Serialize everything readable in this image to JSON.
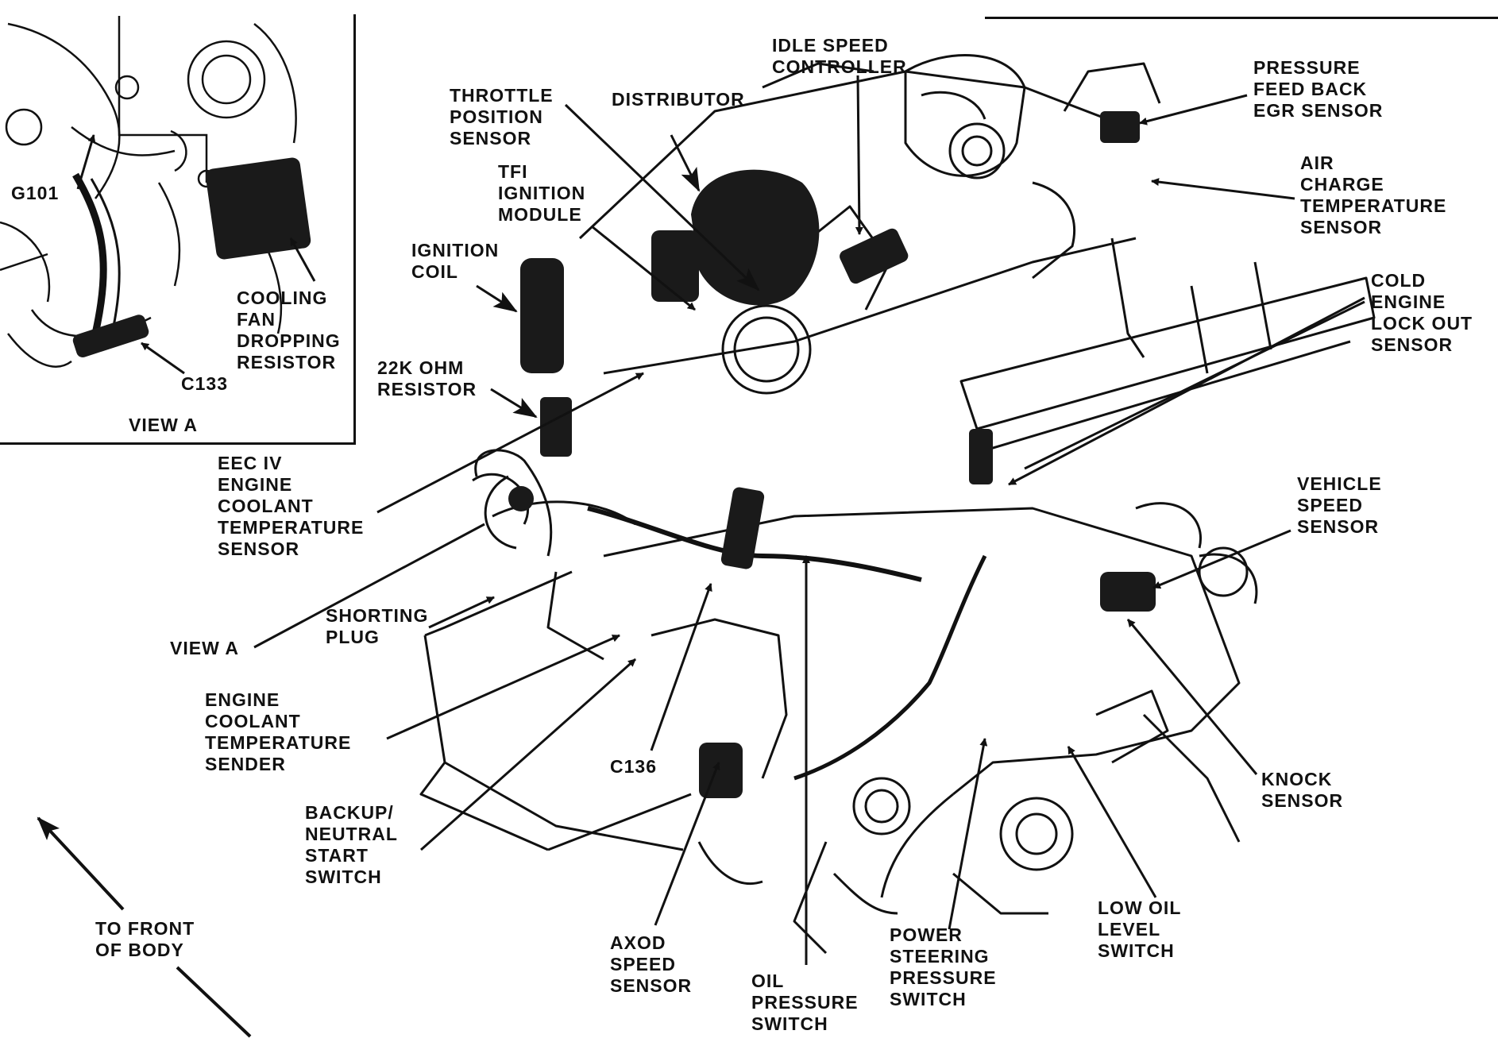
{
  "diagram": {
    "labels": {
      "idle_speed_controller": "IDLE SPEED\nCONTROLLER",
      "pressure_feedback_egr_sensor": "PRESSURE\nFEED BACK\nEGR SENSOR",
      "throttle_position_sensor": "THROTTLE\nPOSITION\nSENSOR",
      "distributor": "DISTRIBUTOR",
      "tfi_ignition_module": "TFI\nIGNITION\nMODULE",
      "air_charge_temperature_sensor": "AIR\nCHARGE\nTEMPERATURE\nSENSOR",
      "ignition_coil": "IGNITION\nCOIL",
      "cold_engine_lock_out_sensor": "COLD\nENGINE\nLOCK OUT\nSENSOR",
      "g101": "G101",
      "cooling_fan_dropping_resistor": "COOLING\nFAN\nDROPPING\nRESISTOR",
      "c133": "C133",
      "view_a_caption": "VIEW A",
      "resistor_22k_ohm": "22K OHM\nRESISTOR",
      "eec_iv_coolant_sensor": "EEC IV\nENGINE\nCOOLANT\nTEMPERATURE\nSENSOR",
      "vehicle_speed_sensor": "VEHICLE\nSPEED\nSENSOR",
      "shorting_plug": "SHORTING\nPLUG",
      "view_a_pointer": "VIEW A",
      "engine_coolant_temperature_sender": "ENGINE\nCOOLANT\nTEMPERATURE\nSENDER",
      "c136": "C136",
      "knock_sensor": "KNOCK\nSENSOR",
      "backup_neutral_start_switch": "BACKUP/\nNEUTRAL\nSTART\nSWITCH",
      "low_oil_level_switch": "LOW OIL\nLEVEL\nSWITCH",
      "to_front_of_body": "TO FRONT\nOF BODY",
      "axod_speed_sensor": "AXOD\nSPEED\nSENSOR",
      "power_steering_pressure_switch": "POWER\nSTEERING\nPRESSURE\nSWITCH",
      "oil_pressure_switch": "OIL\nPRESSURE\nSWITCH"
    },
    "colors": {
      "ink": "#111111",
      "paper": "#ffffff",
      "component_fill": "#1a1a1a"
    }
  }
}
